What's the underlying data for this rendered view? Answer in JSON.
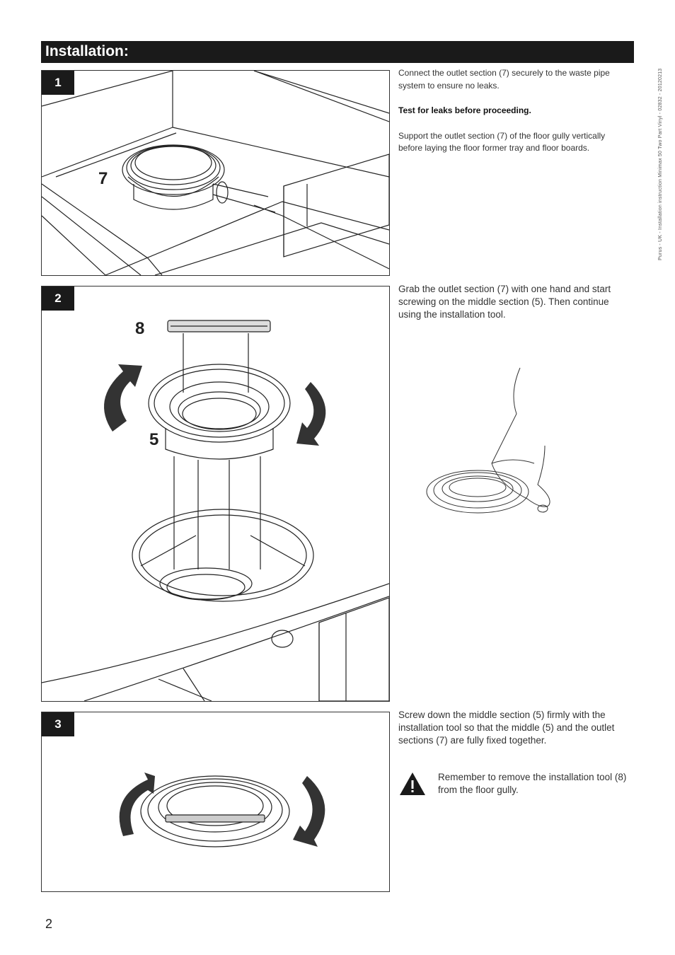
{
  "header": {
    "title": "Installation:"
  },
  "side_text": "Purus - UK - Installation instruction Minimax 50 Two Part Vinyl - 02832 - 20120213",
  "page_number": "2",
  "steps": [
    {
      "number": "1",
      "callouts": [
        "7"
      ],
      "text1": "Connect the outlet section (7) securely to the waste pipe system to ensure no leaks.",
      "bold": "Test for leaks before proceeding.",
      "text2": "Support the outlet section (7) of the floor gully vertically before laying the floor former tray and floor boards."
    },
    {
      "number": "2",
      "callouts": [
        "8",
        "5"
      ],
      "text1": "Grab the outlet section (7) with one hand and start screwing on the middle section (5). Then continue using the installation tool."
    },
    {
      "number": "3",
      "text1": "Screw down the middle section (5) firmly with the installation tool so that the middle (5) and the outlet sections (7) are fully fixed together.",
      "warning": "Remember to remove the installation tool (8) from the floor gully."
    }
  ],
  "icons": {
    "warning": "warning-triangle-icon"
  }
}
